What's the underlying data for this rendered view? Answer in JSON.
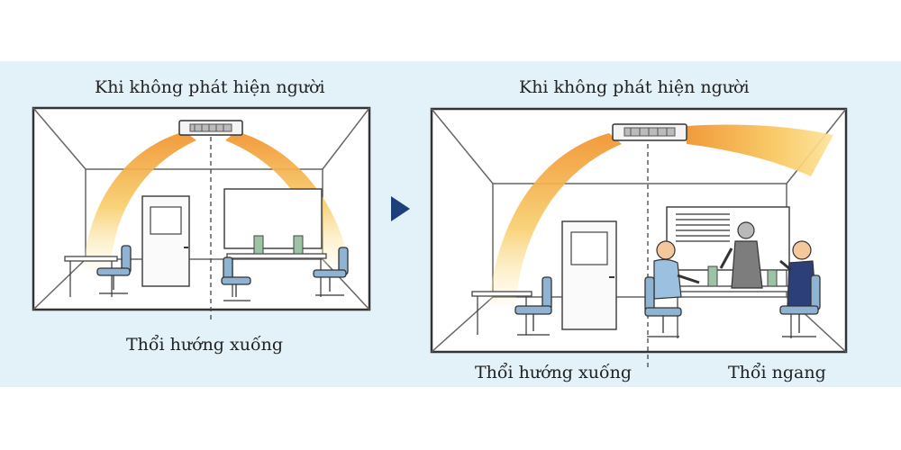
{
  "left_scene": {
    "title": "Khi không phát hiện người",
    "bottom_label": "Thổi hướng xuống"
  },
  "right_scene": {
    "title": "Khi không phát hiện người",
    "left_label": "Thổi hướng xuống",
    "right_label": "Thổi ngang"
  },
  "colors": {
    "background_band": "#e3f1f9",
    "airflow": "#f2a23c",
    "arrow": "#1d3f7a",
    "chair": "#8fb3d2"
  }
}
